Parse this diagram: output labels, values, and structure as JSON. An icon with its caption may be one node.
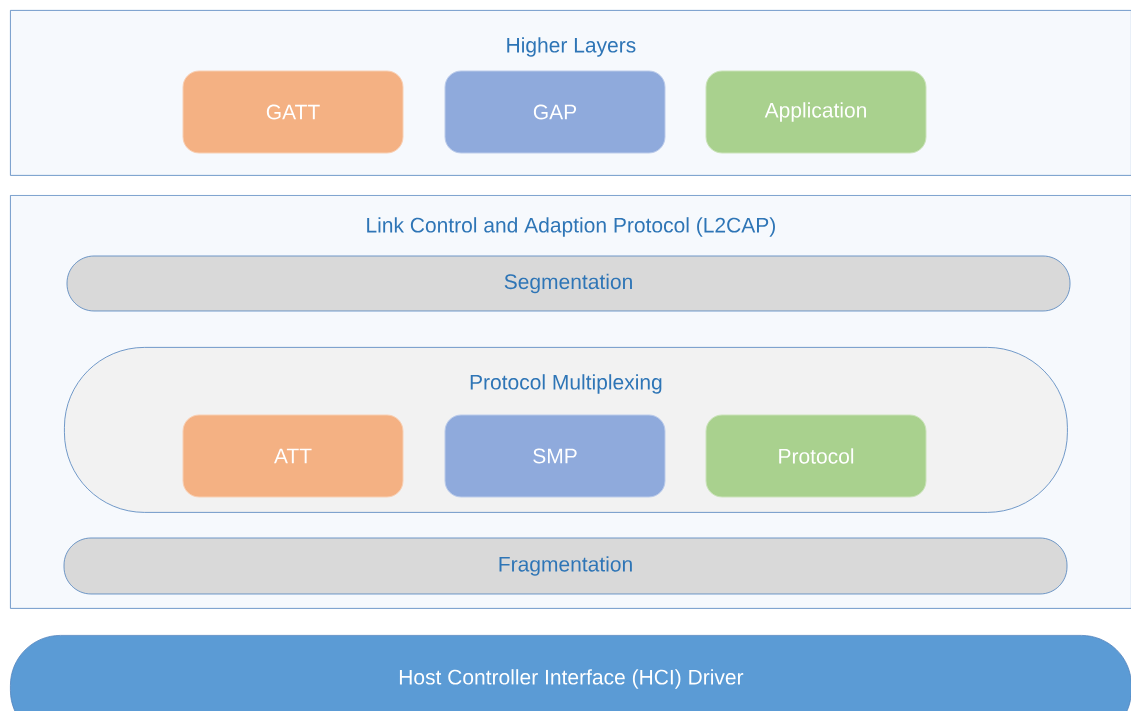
{
  "diagram": {
    "nodes": [
      {
        "text": [
          "Higher Layers"
        ]
      },
      {
        "text": [
          "GATT"
        ],
        "in": 0
      },
      {
        "text": [
          "GAP"
        ],
        "in": 0
      },
      {
        "text": [
          "Application"
        ],
        "in": 0
      },
      {
        "text": [
          "Link Control and Adaption Protocol (L2CAP)"
        ]
      },
      {
        "text": [
          "Segmentation"
        ],
        "in": 4
      },
      {
        "text": [
          "Protocol Multiplexing"
        ],
        "in": 4
      },
      {
        "text": [
          "ATT"
        ],
        "in": 6
      },
      {
        "text": [
          "SMP"
        ],
        "in": 6
      },
      {
        "text": [
          "Protocol"
        ],
        "in": 6
      },
      {
        "text": [
          "Fragmentation"
        ],
        "in": 4
      },
      {
        "text": [
          "Host Controller Interface (HCI) Driver"
        ]
      }
    ]
  }
}
